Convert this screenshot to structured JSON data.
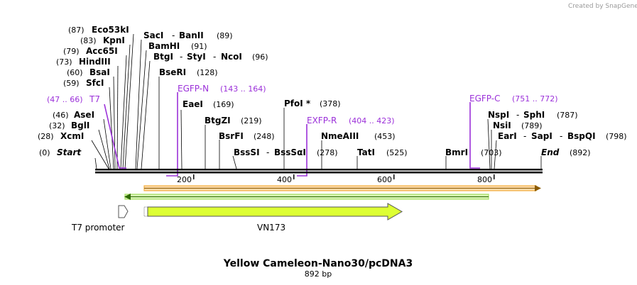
{
  "header": {
    "credit": "Created by SnapGene"
  },
  "title": "Yellow Cameleon-Nano30/pcDNA3",
  "subtitle": "892 bp",
  "sites_top": {
    "eco53ki": {
      "name": "Eco53kI",
      "pos": "(87)"
    },
    "kpni": {
      "name": "KpnI",
      "pos": "(83)"
    },
    "acc65i": {
      "name": "Acc65I",
      "pos": "(79)"
    },
    "hindiii": {
      "name": "HindIII",
      "pos": "(73)"
    },
    "bsai": {
      "name": "BsaI",
      "pos": "(60)"
    },
    "sfci": {
      "name": "SfcI",
      "pos": "(59)"
    },
    "saci": {
      "name": "SacI",
      "dash": "-",
      "name2": "BanII",
      "pos": "(89)"
    },
    "bamhi": {
      "name": "BamHI",
      "pos": "(91)"
    },
    "btgi": {
      "name": "BtgI",
      "dash": "-",
      "name2": "StyI",
      "dash2": "-",
      "name3": "NcoI",
      "pos": "(96)"
    },
    "bseri": {
      "name": "BseRI",
      "pos": "(128)"
    },
    "asei": {
      "name": "AseI",
      "pos": "(46)"
    },
    "bgli": {
      "name": "BglI",
      "pos": "(32)"
    },
    "xcmi": {
      "name": "XcmI",
      "pos": "(28)"
    },
    "start": {
      "name": "Start",
      "pos": "(0)"
    },
    "eaei": {
      "name": "EaeI",
      "pos": "(169)"
    },
    "btgzi": {
      "name": "BtgZI",
      "pos": "(219)"
    },
    "bsrfi": {
      "name": "BsrFI",
      "pos": "(248)"
    },
    "bsssi": {
      "name": "BssSI",
      "dash": "-",
      "name2": "BssSαI",
      "pos": "(278)"
    },
    "pfoi": {
      "name": "PfoI *",
      "pos": "(378)"
    },
    "nmeaiii": {
      "name": "NmeAIII",
      "pos": "(453)"
    },
    "tati": {
      "name": "TatI",
      "pos": "(525)"
    },
    "bmri": {
      "name": "BmrI",
      "pos": "(703)"
    },
    "nspi": {
      "name": "NspI",
      "dash": "-",
      "name2": "SphI",
      "pos": "(787)"
    },
    "nsii": {
      "name": "NsiI",
      "pos": "(789)"
    },
    "eari": {
      "name": "EarI",
      "dash": "-",
      "name2": "SapI",
      "dash2": "-",
      "name3": "BspQI",
      "pos": "(798)"
    },
    "end": {
      "name": "End",
      "pos": "(892)"
    }
  },
  "primers": {
    "t7": {
      "name": "T7",
      "range": "(47 .. 66)"
    },
    "egfp_n": {
      "name": "EGFP-N",
      "range": "(143 .. 164)"
    },
    "exfp_r": {
      "name": "EXFP-R",
      "range": "(404 .. 423)"
    },
    "egfp_c": {
      "name": "EGFP-C",
      "range": "(751 .. 772)"
    }
  },
  "ruler": {
    "ticks": [
      "200",
      "400",
      "600",
      "800"
    ]
  },
  "features": {
    "t7_promoter": "T7 promoter",
    "vn173": "VN173"
  },
  "colors": {
    "primer": "#9b30d9",
    "orange_bar": "#f5b041",
    "green_bar": "#a8e063",
    "feature_fill": "#ddff33"
  }
}
